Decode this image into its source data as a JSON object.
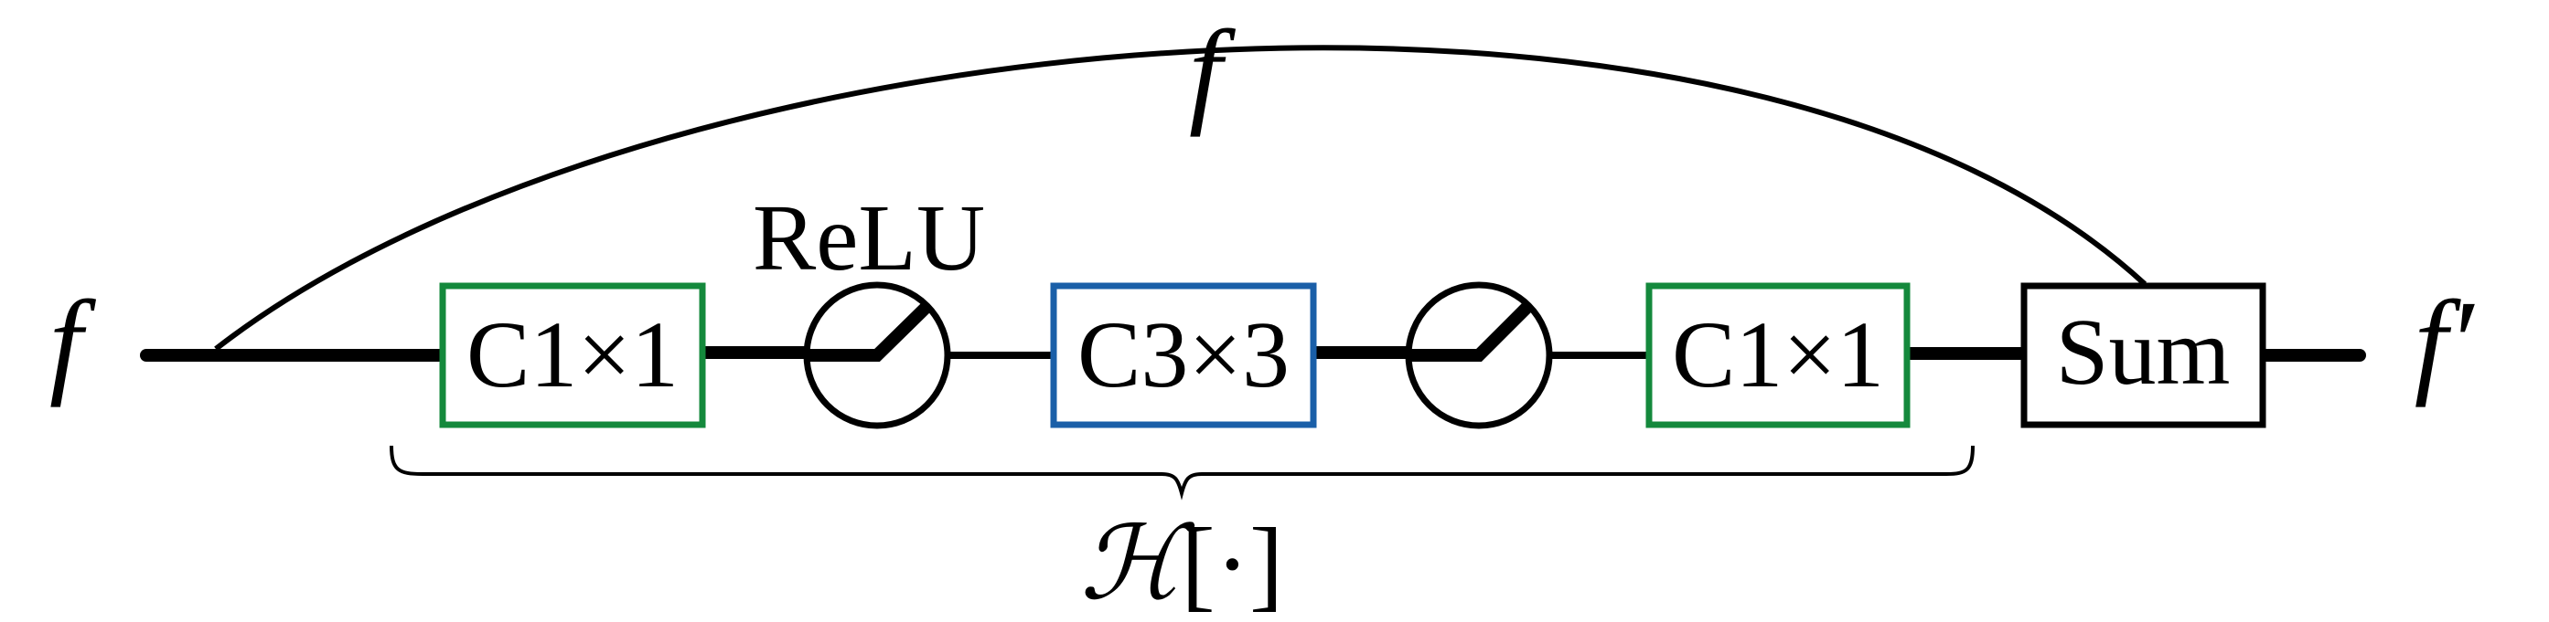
{
  "diagram": {
    "input_label": "f",
    "skip_label": "f",
    "output_label": "f′",
    "relu_label": "ReLU",
    "blocks": {
      "conv1": "C1×1",
      "conv2": "C3×3",
      "conv3": "C1×1",
      "sum": "Sum"
    },
    "brace_label_H": "ℋ",
    "brace_label_rest": "[·]",
    "colors": {
      "conv1x1_border": "#14893c",
      "conv3x3_border": "#1a5fa8",
      "sum_border": "#000000",
      "line": "#000000"
    },
    "icons": [
      "relu-activation-icon",
      "relu-activation-icon"
    ]
  }
}
